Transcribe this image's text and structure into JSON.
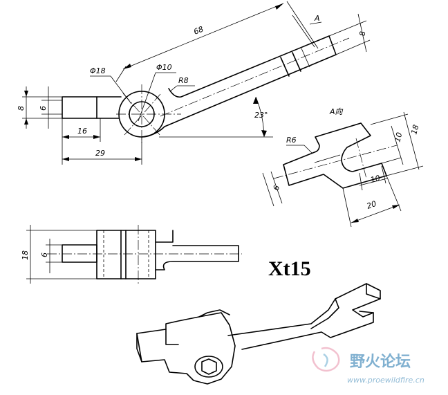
{
  "drawing": {
    "title": "Xt15",
    "view_a_label": "A向",
    "section_label": "A",
    "dimensions": {
      "len_68": "68",
      "dia_18": "Φ18",
      "dia_10": "Φ10",
      "r8": "R8",
      "angle": "23°",
      "h8_left": "8",
      "h6_left": "6",
      "w16": "16",
      "w29": "29",
      "w8_top": "8",
      "r6": "R6",
      "d18_right": "18",
      "d10_right": "10",
      "d10_bottom": "10",
      "d20": "20",
      "d6_right": "6",
      "h18_front": "18",
      "h6_front": "6"
    }
  },
  "watermark": {
    "brand": "野火论坛",
    "url": "www.proewildfire.cn"
  }
}
